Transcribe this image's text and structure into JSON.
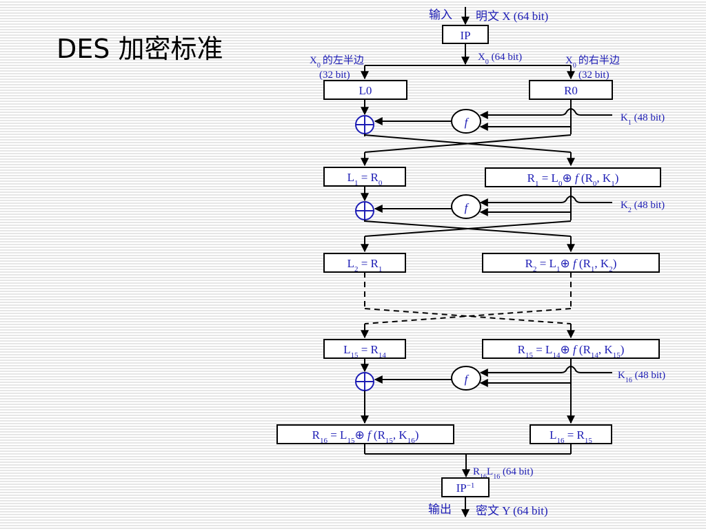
{
  "title": "DES 加密标准",
  "diagram": {
    "input_label": "输入",
    "plaintext": "明文 X (64 bit)",
    "ip": "IP",
    "x0_label": "X",
    "x0_sub": "0",
    "x0_size": " (64 bit)",
    "left_half_label": "的左半边",
    "right_half_label": "的右半边",
    "half_size": "(32 bit)",
    "f_symbol": "f",
    "output_label": "输出",
    "ciphertext": "密文 Y (64 bit)",
    "ip_inverse": "IP",
    "ip_inverse_sup": "−1",
    "final_label": "R16L16 (64 bit)"
  },
  "round_keys": [
    {
      "name": "K",
      "index": "1",
      "size": " (48 bit)"
    },
    {
      "name": "K",
      "index": "2",
      "size": " (48 bit)"
    },
    {
      "name": "K",
      "index": "16",
      "size": " (48 bit)"
    }
  ],
  "blocks": {
    "l0": "L0",
    "r0": "R0",
    "l1": "L1 = R0",
    "r1": "R1 = L0⊕ f (R0, K1)",
    "l2": "L2 = R1",
    "r2": "R2 = L1⊕ f (R1, K2)",
    "l15": "L15 = R14",
    "r15": "R15 = L14⊕ f (R14, K15)",
    "r16": "R16 = L15⊕ f (R15, K16)",
    "l16": "L16 = R15"
  }
}
